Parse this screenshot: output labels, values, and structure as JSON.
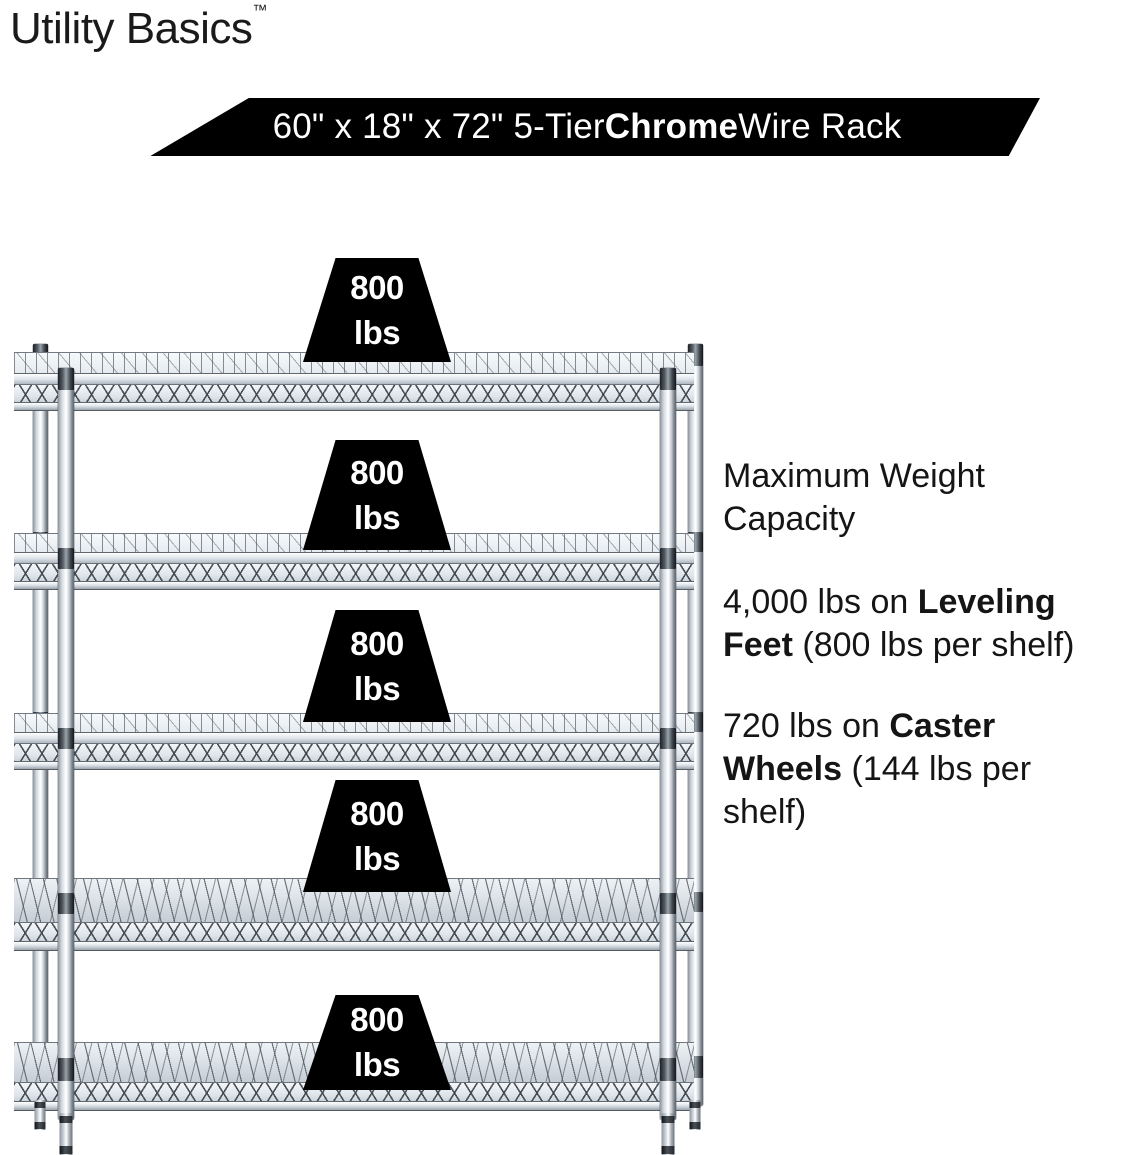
{
  "brand": {
    "name": "Utility Basics",
    "trademark": "™"
  },
  "banner": {
    "text_before": "60\" x 18\" x 72\" 5-Tier ",
    "text_bold": "Chrome",
    "text_after": " Wire Rack",
    "background": "#000000",
    "text_color": "#ffffff"
  },
  "callout": {
    "heading": "Maximum Weight Capacity",
    "items": [
      {
        "lead": "4,000 lbs on ",
        "emphasis": "Leveling Feet",
        "tail": " (800 lbs per shelf)"
      },
      {
        "lead": "720 lbs on ",
        "emphasis": "Caster Wheels",
        "tail": " (144 lbs per shelf)"
      }
    ]
  },
  "product": {
    "type": "5-tier chrome wire shelving rack",
    "tiers": 5,
    "width_in": 60,
    "depth_in": 18,
    "height_in": 72,
    "finish": "Chrome",
    "per_shelf_capacity": "800 lbs",
    "badges": [
      {
        "number": "800",
        "unit": "lbs"
      },
      {
        "number": "800",
        "unit": "lbs"
      },
      {
        "number": "800",
        "unit": "lbs"
      },
      {
        "number": "800",
        "unit": "lbs"
      },
      {
        "number": "800",
        "unit": "lbs"
      }
    ]
  },
  "colors": {
    "background": "#ffffff",
    "ink": "#111111",
    "badge_fill": "#000000",
    "badge_text": "#ffffff",
    "chrome_light": "#eef2f5",
    "chrome_mid": "#c3cad2",
    "chrome_dark": "#5a616a"
  }
}
